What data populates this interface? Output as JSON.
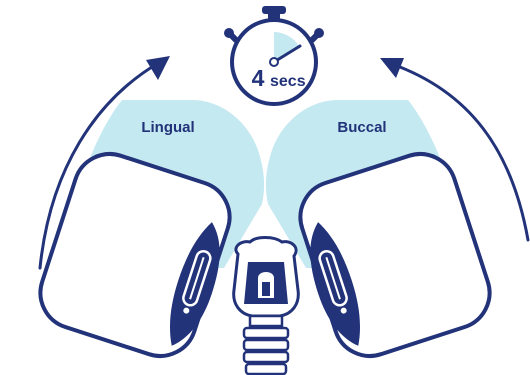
{
  "timer": {
    "value": "4",
    "unit": "secs"
  },
  "labels": {
    "left": "Lingual",
    "right": "Buccal"
  },
  "colors": {
    "navy": "#22337a",
    "tint": "#c5e9f1",
    "white": "#ffffff"
  },
  "icons": [
    "stopwatch-icon",
    "curved-arrow-icon",
    "scanner-head-icon",
    "tooth-crown-icon"
  ]
}
